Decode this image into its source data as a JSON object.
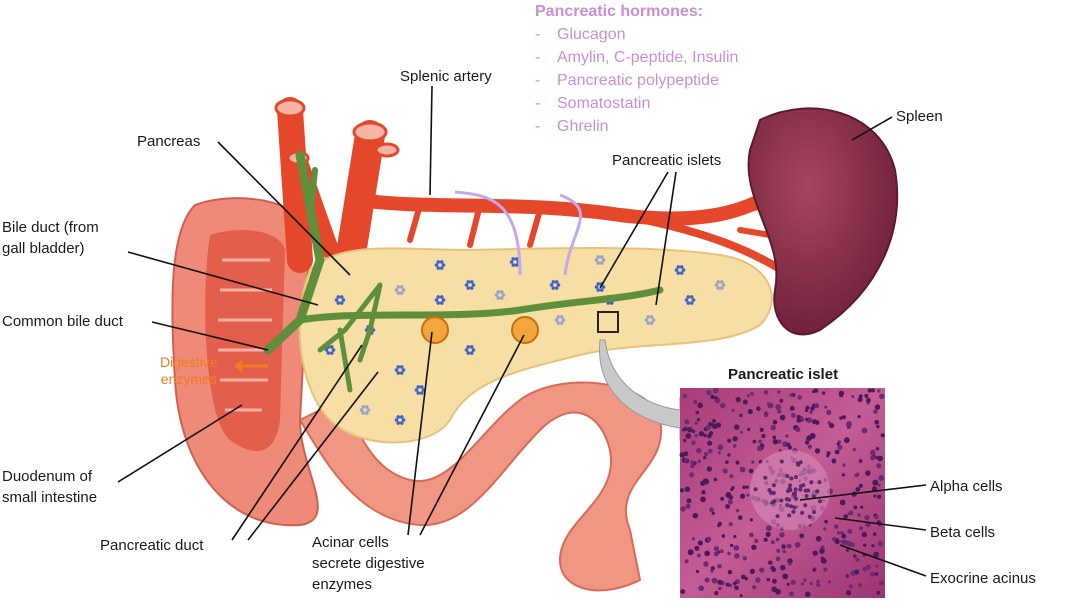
{
  "hormones": {
    "title": "Pancreatic hormones:",
    "items": [
      "Glucagon",
      "Amylin, C-peptide, Insulin",
      "Pancreatic polypeptide",
      "Somatostatin",
      "Ghrelin"
    ],
    "dash": "-"
  },
  "labels": {
    "splenic_artery": "Splenic artery",
    "pancreas": "Pancreas",
    "bile_duct_1": "Bile duct (from",
    "bile_duct_2": "gall bladder)",
    "common_bile_duct": "Common bile duct",
    "digestive_1": "Digestive",
    "digestive_2": "enzymes",
    "duodenum_1": "Duodenum of",
    "duodenum_2": "small intestine",
    "pancreatic_duct": "Pancreatic duct",
    "acinar_1": "Acinar cells",
    "acinar_2": "secrete digestive",
    "acinar_3": "enzymes",
    "pancreatic_islets": "Pancreatic islets",
    "spleen": "Spleen",
    "islet_title": "Pancreatic islet",
    "alpha": "Alpha cells",
    "beta": "Beta cells",
    "exocrine": "Exocrine acinus"
  },
  "colors": {
    "hormone_text": "#c98fd0",
    "artery": "#e5472b",
    "pancreas": "#f6dea4",
    "duct": "#5f8f3a",
    "spleen": "#8b2d48",
    "duodenum": "#f08a78",
    "islet": "#3f63c9",
    "enzyme": "#f07d1e"
  }
}
